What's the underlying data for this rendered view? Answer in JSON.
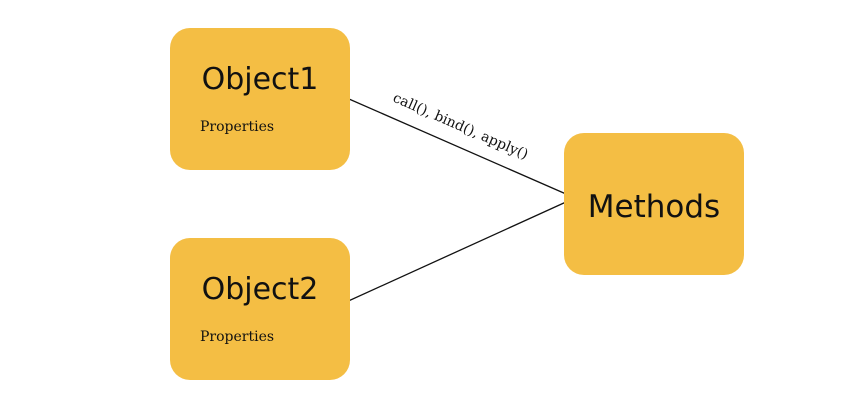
{
  "nodes": {
    "object1": {
      "title": "Object1",
      "subtitle": "Properties"
    },
    "object2": {
      "title": "Object2",
      "subtitle": "Properties"
    },
    "methods": {
      "title": "Methods"
    }
  },
  "edges": [
    {
      "from": "methods",
      "to": "object1",
      "label": "call(), bind(), apply()"
    },
    {
      "from": "methods",
      "to": "object2",
      "label": ""
    }
  ],
  "colors": {
    "box_fill": "#f4be44",
    "text": "#111111",
    "arrow": "#111111"
  }
}
